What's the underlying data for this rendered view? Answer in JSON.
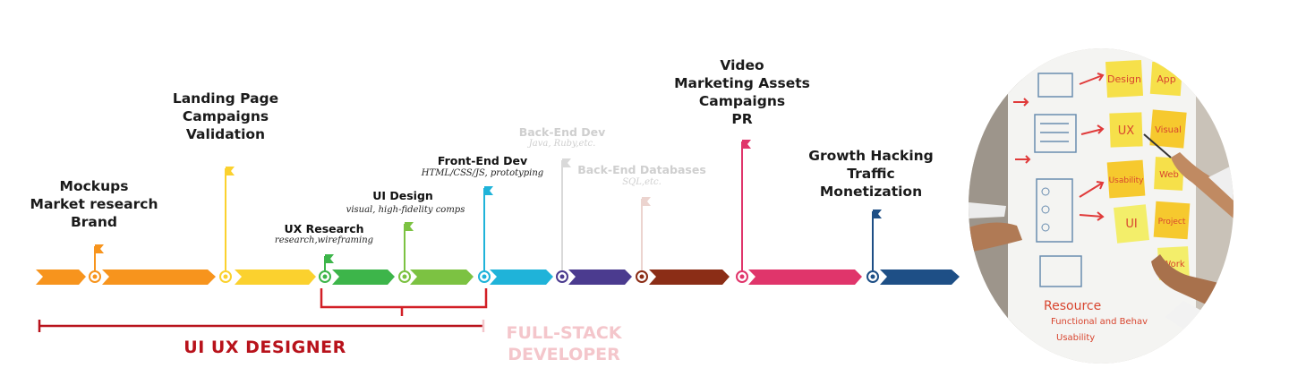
{
  "colors": {
    "orange": "#f7941d",
    "yellow": "#fbd12e",
    "green": "#3db54a",
    "lime": "#7cc242",
    "cyan": "#1fb3d9",
    "purple": "#4b3b8f",
    "brown": "#8b2d16",
    "pink": "#e0356b",
    "navy": "#1e4f86",
    "designer_red": "#b8121b",
    "developer_pink": "#f4c6cb",
    "faded_text": "#cfcfcf"
  },
  "milestones": {
    "mockups": {
      "lines": [
        "Mockups",
        "Market research",
        "Brand"
      ]
    },
    "landing": {
      "lines": [
        "Landing Page",
        "Campaigns",
        "Validation"
      ]
    },
    "ux_research": {
      "title": "UX Research",
      "subtitle": "research,wireframing"
    },
    "ui_design": {
      "title": "UI Design",
      "subtitle": "visual, high-fidelity comps"
    },
    "frontend": {
      "title": "Front-End Dev",
      "subtitle": "HTML/CSS/JS, prototyping"
    },
    "backend": {
      "title": "Back-End Dev",
      "subtitle": "Java, Ruby,etc."
    },
    "databases": {
      "title": "Back-End Databases",
      "subtitle": "SQL,etc."
    },
    "video": {
      "lines": [
        "Video",
        "Marketing Assets",
        "Campaigns",
        "PR"
      ]
    },
    "growth": {
      "lines": [
        "Growth Hacking",
        "Traffic",
        "Monetization"
      ]
    }
  },
  "roles": {
    "designer": {
      "lines": [
        "UI UX DESIGNER"
      ]
    },
    "developer": {
      "lines": [
        "FULL-STACK",
        "DEVELOPER"
      ]
    }
  },
  "photo": {
    "sticky_notes": [
      "Design",
      "App",
      "UX",
      "Visual",
      "Usability",
      "Web",
      "UI",
      "Project",
      "Work"
    ],
    "board_text": [
      "Resource",
      "Functional and Behav",
      "Usability"
    ]
  }
}
